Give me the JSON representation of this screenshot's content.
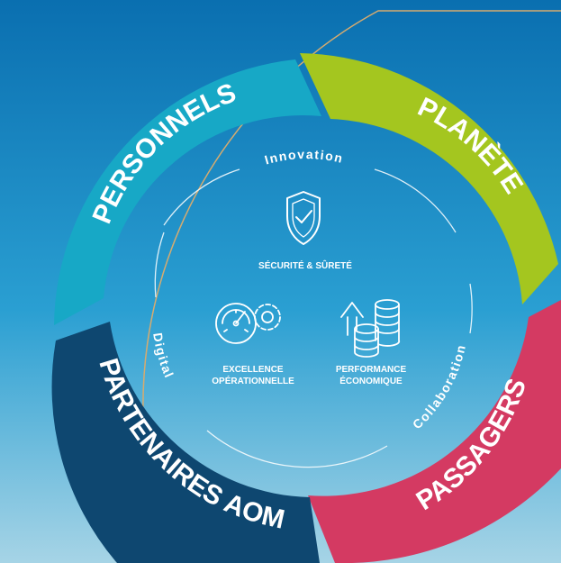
{
  "colors": {
    "background_top": "#0a6fb0",
    "background_bottom": "#a6d4e6",
    "personnels": "#17a8c6",
    "planete": "#a4c61f",
    "passagers": "#d43a62",
    "partenaires": "#0e4770",
    "gold_line": "#d6ab6f"
  },
  "segments": {
    "personnels": "PERSONNELS",
    "planete": "PLANÈTE",
    "passagers": "PASSAGERS",
    "partenaires": "PARTENAIRES AOM"
  },
  "ring_words": {
    "innovation": "Innovation",
    "digital": "Digital",
    "collaboration": "Collaboration"
  },
  "center": {
    "securite": "SÉCURITÉ & SÛRETÉ",
    "excellence_line1": "EXCELLENCE",
    "excellence_line2": "OPÉRATIONNELLE",
    "performance_line1": "PERFORMANCE",
    "performance_line2": "ÉCONOMIQUE"
  },
  "icons": {
    "shield": "shield-check-icon",
    "gauge": "gauge-gears-icon",
    "coins": "coins-stack-icon"
  }
}
